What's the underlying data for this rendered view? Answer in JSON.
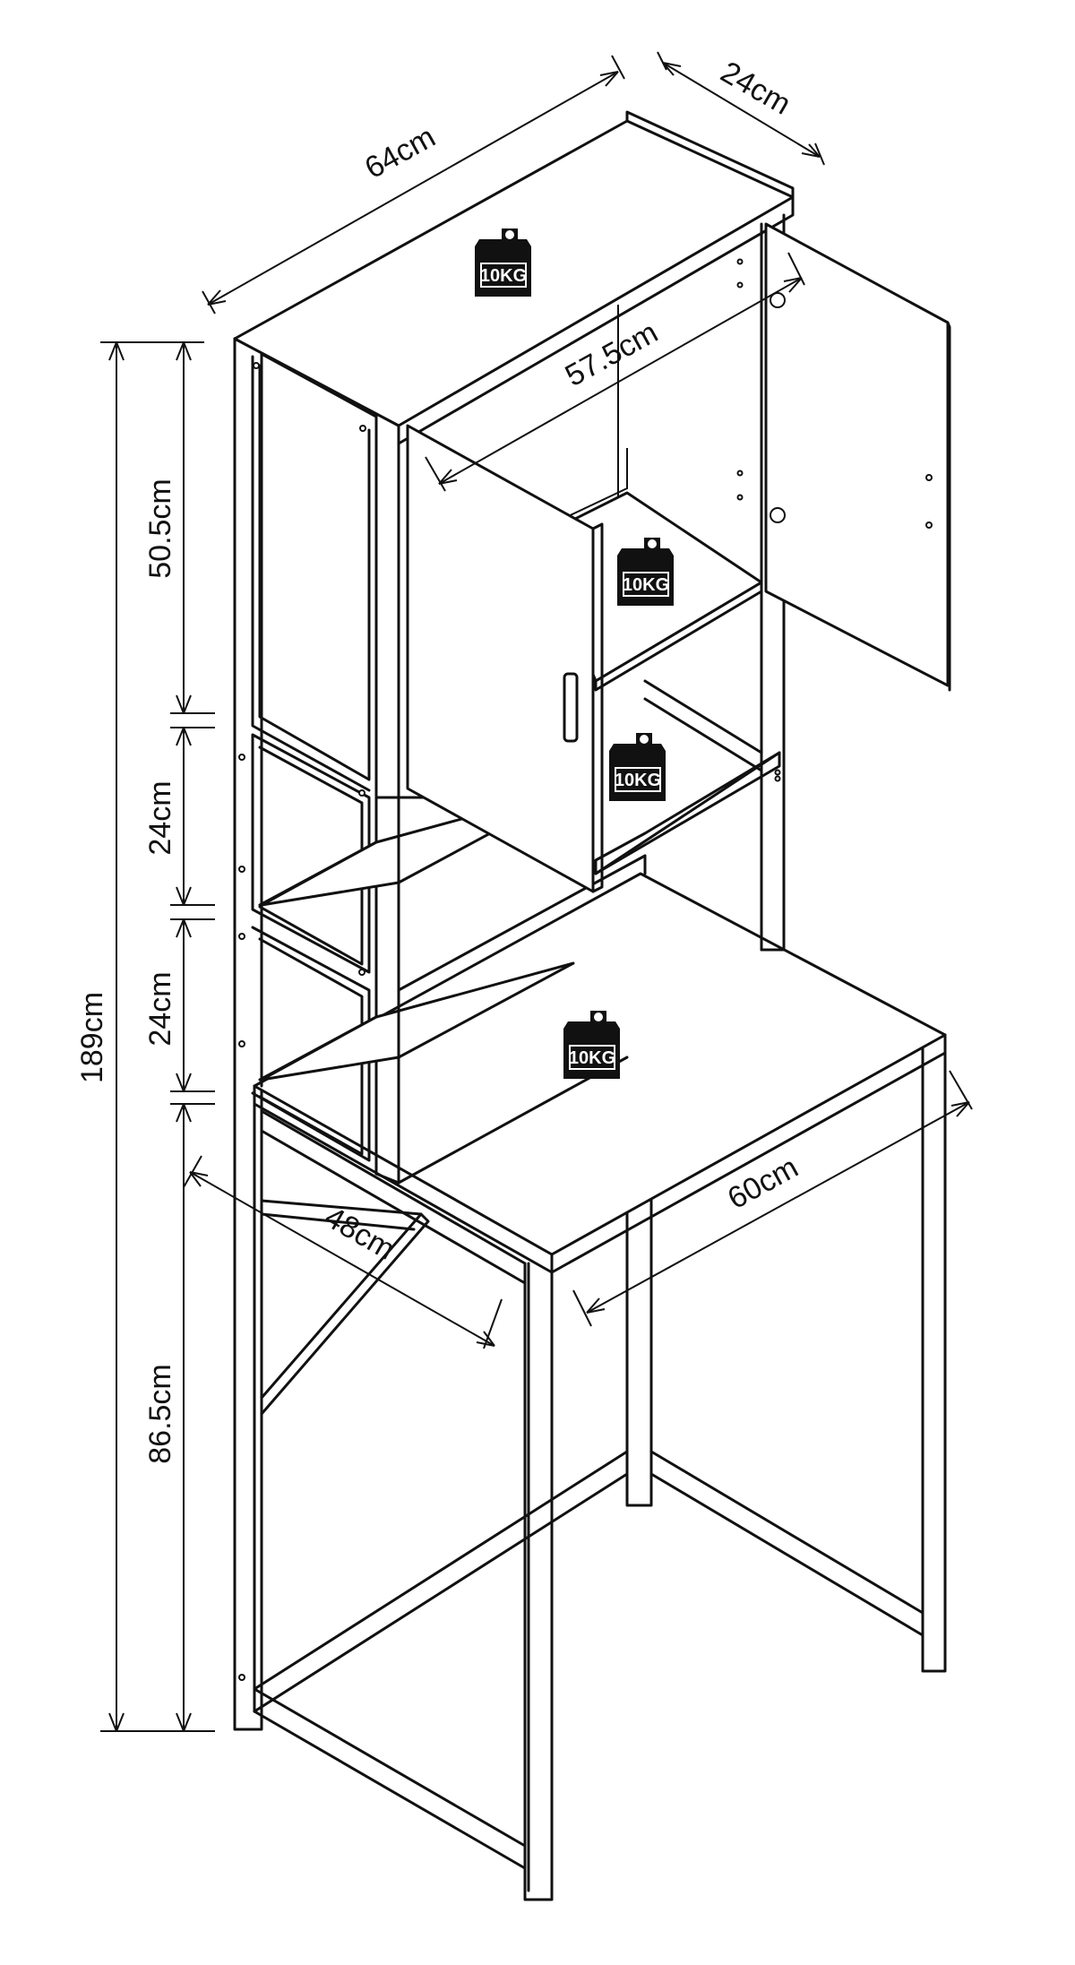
{
  "dimensions": {
    "width_top": "64cm",
    "depth_top": "24cm",
    "inner_width": "57.5cm",
    "total_height": "189cm",
    "upper_section": "50.5cm",
    "shelf_gap_1": "24cm",
    "shelf_gap_2": "24cm",
    "desk_height": "86.5cm",
    "desk_depth": "48cm",
    "desk_width": "60cm"
  },
  "load_badges": [
    "10KG",
    "10KG",
    "10KG",
    "10KG"
  ],
  "colors": {
    "line": "#111111",
    "background": "#ffffff"
  }
}
